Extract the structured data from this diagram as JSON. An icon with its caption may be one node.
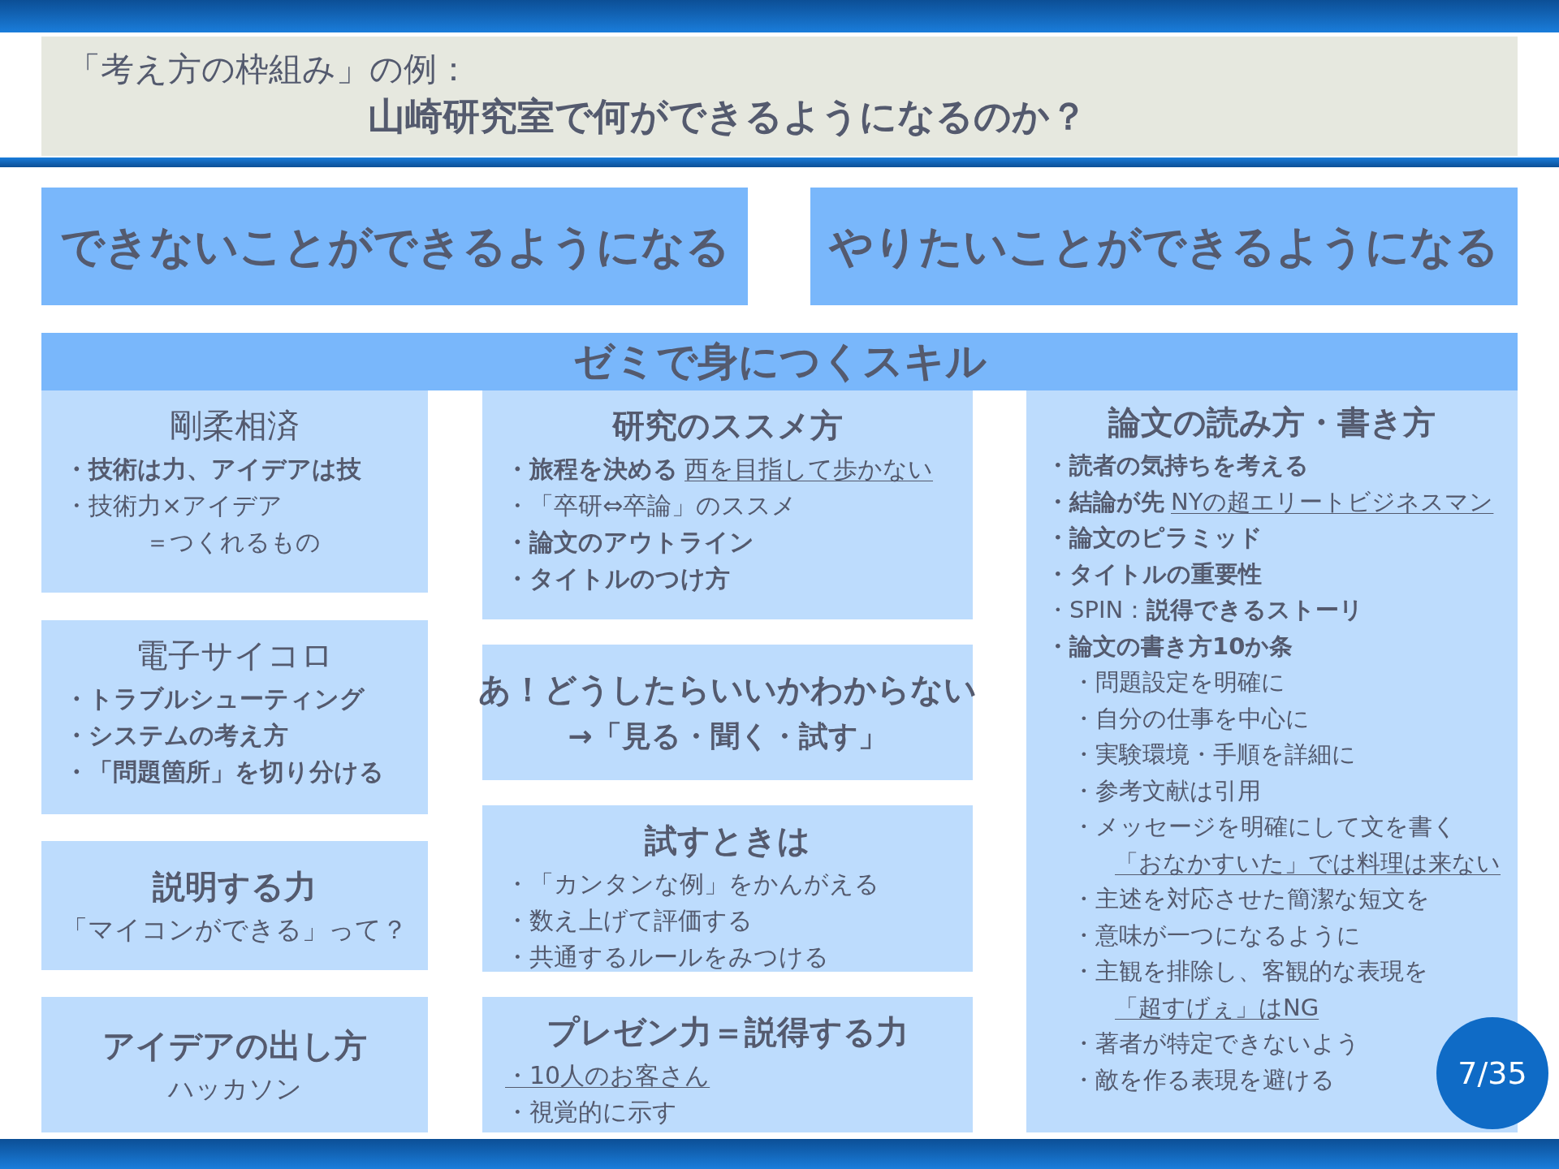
{
  "diagram": {
    "nodes": [
      {
        "text": [
          "「考え方の枠組み」の例：",
          "山崎研究室で何ができるようになるのか？"
        ]
      },
      {
        "text": [
          "できないことができるようになる"
        ]
      },
      {
        "text": [
          "やりたいことができるようになる"
        ]
      },
      {
        "text": [
          "ゼミで身につくスキル"
        ]
      },
      {
        "text": [
          "剛柔相済",
          "**・技術は力、アイデアは技**",
          "・技術力×アイデア",
          "＝つくれるもの"
        ]
      },
      {
        "text": [
          "研究のススメ方",
          "**・旅程を決める**",
          "西を目指して歩かない",
          "・「卒研⇔卒論」のススメ",
          "**・論文のアウトライン**",
          "**・タイトルのつけ方**"
        ]
      },
      {
        "text": [
          "論文の読み方・書き方",
          "**・読者の気持ちを考える**",
          "**・結論が先**",
          "NYの超エリートビジネスマン",
          "**・論文のピラミッド**",
          "**・タイトルの重要性**",
          "・SPIN：**説得できるストーリ**",
          "**・論文の書き方10か条**",
          "・問題設定を明確に",
          "・自分の仕事を中心に",
          "・実験環境・手順を詳細に",
          "・参考文献は引用",
          "・メッセージを明確にして文を書く",
          "「おなかすいた」では料理は来ない",
          "・主述を対応させた簡潔な短文を",
          "・意味が一つになるように",
          "・主観を排除し、客観的な表現を",
          "「超すげぇ」はNG",
          "・著者が特定できないよう",
          "・敵を作る表現を避ける"
        ]
      },
      {
        "text": [
          "電子サイコロ",
          "**・トラブルシューティング**",
          "**・システムの考え方**",
          "**・「問題箇所」を切り分ける**"
        ]
      },
      {
        "text": [
          "あ！どうしたらいいかわからない",
          "→「見る・聞く・試す」"
        ]
      },
      {
        "text": [
          "説明する力",
          "「マイコンができる」って？"
        ]
      },
      {
        "text": [
          "試すときは",
          "・「カンタンな例」をかんがえる",
          "・数え上げて評価する",
          "・共通するルールをみつける"
        ]
      },
      {
        "text": [
          "アイデアの出し方",
          "ハッカソン"
        ]
      },
      {
        "text": [
          "プレゼン力＝説得する力",
          "・10人のお客さん",
          "・視覚的に示す"
        ]
      },
      {
        "text": [
          "7/35"
        ]
      },
      {
        "text": [],
        "shape": "bar"
      },
      {
        "text": [],
        "shape": "bar"
      }
    ]
  }
}
